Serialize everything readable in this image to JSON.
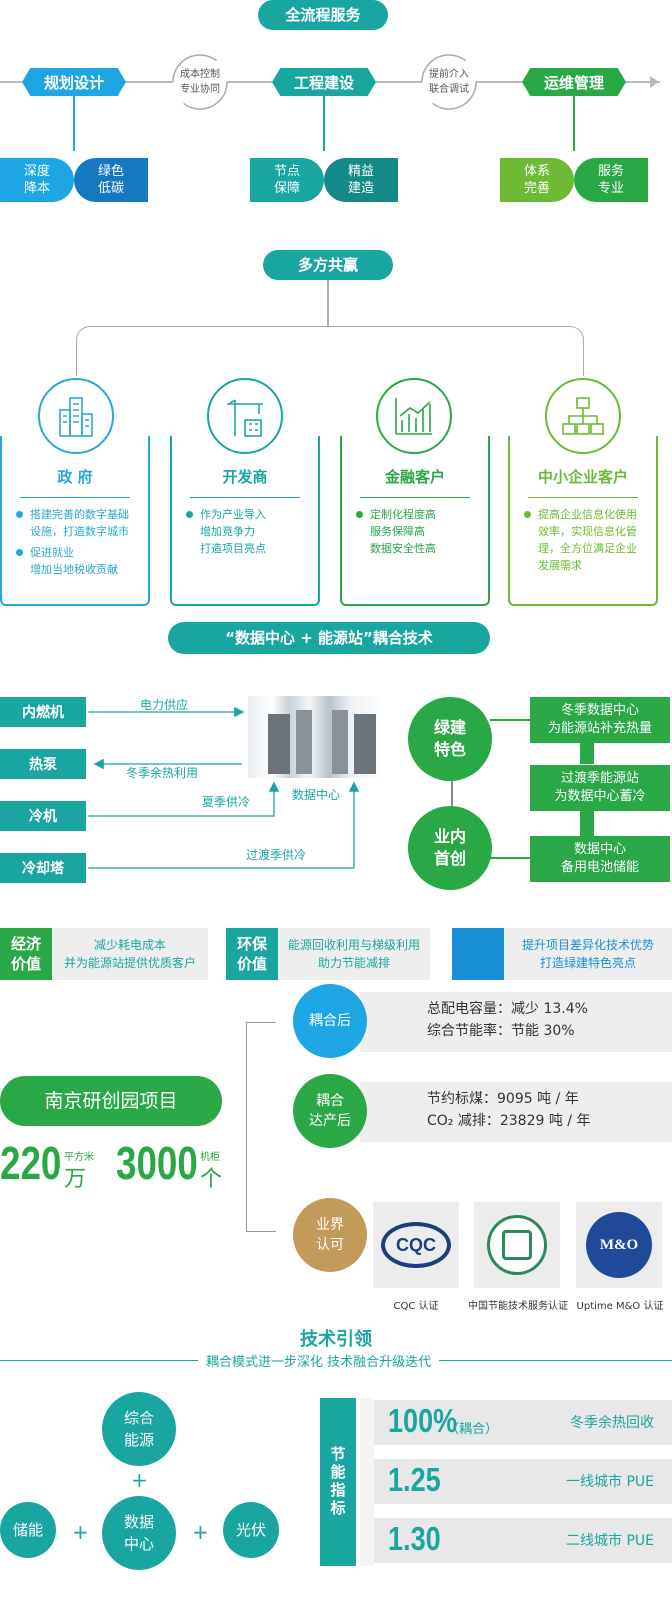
{
  "top": {
    "title": "全流程服务",
    "stages": [
      "规划设计",
      "工程建设",
      "运维管理"
    ],
    "cycle1": [
      "成本控制",
      "专业协同"
    ],
    "cycle2": [
      "提前介入",
      "联合调试"
    ],
    "planning": [
      "深度\n降本",
      "绿色\n低碳"
    ],
    "construction": [
      "节点\n保障",
      "精益\n建造"
    ],
    "operation": [
      "体系\n完善",
      "服务\n专业"
    ]
  },
  "win": {
    "title": "多方共赢",
    "cards": [
      {
        "title": "政 府",
        "items": [
          "搭建完善的数字基础设施，打造数字城市",
          "促进就业\n增加当地税收贡献"
        ],
        "icon": "buildings-icon",
        "color": "#28a8d8"
      },
      {
        "title": "开发商",
        "items": [
          "作为产业导入\n增加竞争力\n打造项目亮点"
        ],
        "icon": "crane-icon",
        "color": "#1aa6a0"
      },
      {
        "title": "金融客户",
        "items": [
          "定制化程度高\n服务保障高\n数据安全性高"
        ],
        "icon": "growth-chart-icon",
        "color": "#2aa845"
      },
      {
        "title": "中小企业客户",
        "items": [
          "提高企业信息化使用效率，实现信息化管理，全方位满足企业发展需求"
        ],
        "icon": "org-chart-icon",
        "color": "#6dbb35"
      }
    ]
  },
  "coupling": {
    "title": "“数据中心 + 能源站”耦合技术",
    "left": [
      "内燃机",
      "热泵",
      "冷机",
      "冷却塔"
    ],
    "flows": [
      "电力供应",
      "冬季余热利用",
      "夏季供冷",
      "过渡季供冷"
    ],
    "dc_label": "数据中心",
    "circles": [
      "绿建\n特色",
      "业内\n首创"
    ],
    "right": [
      "冬季数据中心\n为能源站补充热量",
      "过渡季能源站\n为数据中心蓄冷",
      "数据中心\n备用电池储能"
    ]
  },
  "values": [
    {
      "head": "经济\n价值",
      "body": "减少耗电成本\n并为能源站提供优质客户",
      "color": "#2aa845"
    },
    {
      "head": "环保\n价值",
      "body": "能源回收利用与梯级利用\n助力节能减排",
      "color": "#1aa6a0"
    },
    {
      "head": "",
      "body": "提升项目差异化技术优势\n打造绿建特色亮点",
      "color": "#1a8fd8"
    }
  ],
  "project": {
    "name": "南京研创园项目",
    "area": "220",
    "area_unit1": "平方米",
    "area_unit2": "万",
    "racks": "3000",
    "rack_unit1": "机柜",
    "rack_unit2": "个",
    "results": [
      {
        "circle": "耦合后",
        "lines": [
          "总配电容量：减少 13.4%",
          "综合节能率：节能 30%"
        ],
        "color": "#1da6e3"
      },
      {
        "circle": "耦合\n达产后",
        "lines": [
          "节约标煤：9095 吨 / 年",
          "CO₂ 减排：23829 吨 / 年"
        ],
        "color": "#2aa845"
      },
      {
        "circle": "业界\n认可",
        "color": "#c49a5a"
      }
    ],
    "certs": [
      "CQC 认证",
      "中国节能技术服务认证",
      "Uptime M&O 认证"
    ],
    "cert_logo_text": [
      "CQC",
      "M&O"
    ]
  },
  "tech": {
    "title": "技术引领",
    "subtitle": "耦合模式进一步深化  技术融合升级迭代",
    "nodes": [
      "综合\n能源",
      "储能",
      "数据\n中心",
      "光伏"
    ],
    "plus": "+",
    "side_label": "节能指标",
    "rows": [
      {
        "num": "100%",
        "extra": "（耦合）",
        "label": "冬季余热回收"
      },
      {
        "num": "1.25",
        "extra": "",
        "label": "一线城市 PUE"
      },
      {
        "num": "1.30",
        "extra": "",
        "label": "二线城市 PUE"
      }
    ]
  }
}
